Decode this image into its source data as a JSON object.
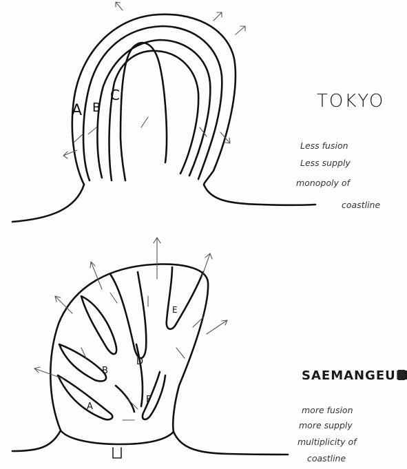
{
  "tokyo": {
    "title": "TOKYO",
    "notes": [
      "Less fusion",
      "Less supply",
      "monopoly of",
      "coastline"
    ],
    "labels": [
      "A",
      "B",
      "C"
    ]
  },
  "saemangeum": {
    "title": "SAEMANGEUM",
    "notes": [
      "more fusion",
      "more supply",
      "multiplicity of",
      "coastline"
    ],
    "labels": [
      "A",
      "B",
      "D",
      "E",
      "F"
    ]
  }
}
